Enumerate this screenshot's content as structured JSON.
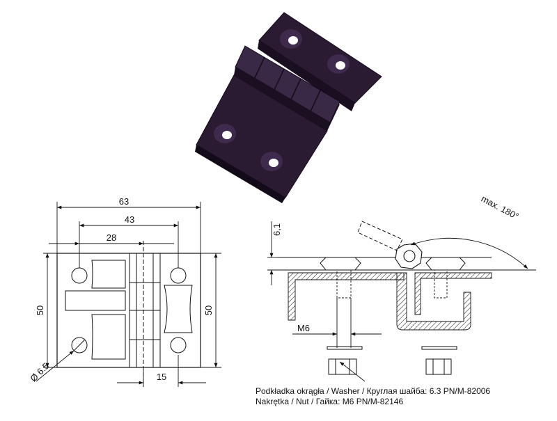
{
  "drawing": {
    "front_view": {
      "width_overall": "63",
      "hole_pitch_x": "43",
      "half_pitch": "28",
      "height_left": "50",
      "height_right": "50",
      "hole_dia": "Ø 6.5",
      "knuckle_offset": "15"
    },
    "side_view": {
      "opening_angle": "max. 180°",
      "thickness": "6,1",
      "screw": "M6"
    }
  },
  "notes": {
    "washer": "Podkładka okrągła / Washer / Круглая шайба:   6.3 PN/M-82006",
    "nut": "Nakrętka / Nut / Гайка:   M6 PN/M-82146"
  },
  "colors": {
    "hinge_body": "#2a1b33",
    "hinge_edge": "#140b1a",
    "hinge_face": "#3a2847",
    "line": "#111111",
    "hatch": "#111111"
  }
}
